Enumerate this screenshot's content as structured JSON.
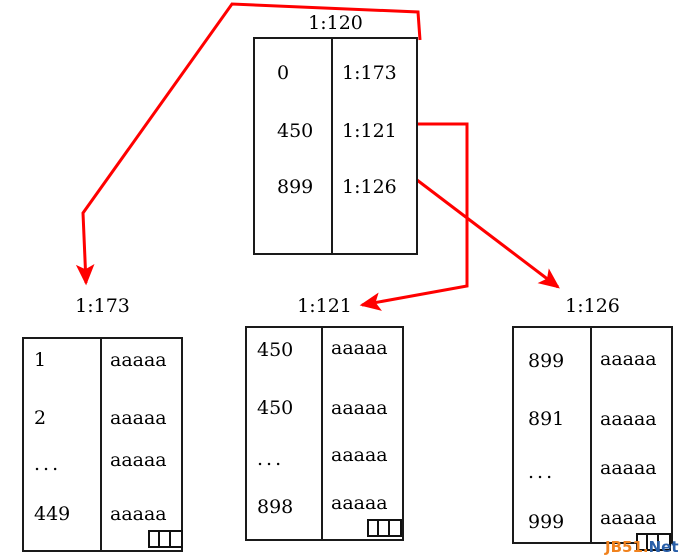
{
  "diagram": {
    "title_root": "1:120",
    "arrow_color": "#ff0000",
    "line_color": "#1a1a1a",
    "root_table": {
      "label": "1:120",
      "rows": [
        {
          "key": "0",
          "value": "1:173"
        },
        {
          "key": "450",
          "value": "1:121"
        },
        {
          "key": "899",
          "value": "1:126"
        }
      ]
    },
    "leaf_tables": [
      {
        "label": "1:173",
        "rows": [
          {
            "key": "1",
            "value": "aaaaa"
          },
          {
            "key": "2",
            "value": "aaaaa"
          },
          {
            "key": "...",
            "value": "aaaaa"
          },
          {
            "key": "449",
            "value": "aaaaa"
          }
        ]
      },
      {
        "label": "1:121",
        "rows": [
          {
            "key": "450",
            "value": "aaaaa"
          },
          {
            "key": "450",
            "value": "aaaaa"
          },
          {
            "key": "...",
            "value": "aaaaa"
          },
          {
            "key": "898",
            "value": "aaaaa"
          }
        ]
      },
      {
        "label": "1:126",
        "rows": [
          {
            "key": "899",
            "value": "aaaaa"
          },
          {
            "key": "891",
            "value": "aaaaa"
          },
          {
            "key": "...",
            "value": "aaaaa"
          },
          {
            "key": "999",
            "value": "aaaaa"
          }
        ]
      }
    ],
    "pointers": [
      {
        "from": "1:173",
        "to": "leaf-1"
      },
      {
        "from": "1:121",
        "to": "leaf-2"
      },
      {
        "from": "1:126",
        "to": "leaf-3"
      }
    ]
  },
  "watermark": {
    "part_one": "JB51.",
    "part_two": "Net",
    "color_one": "#f0821e",
    "color_two": "#2a5fa8"
  }
}
